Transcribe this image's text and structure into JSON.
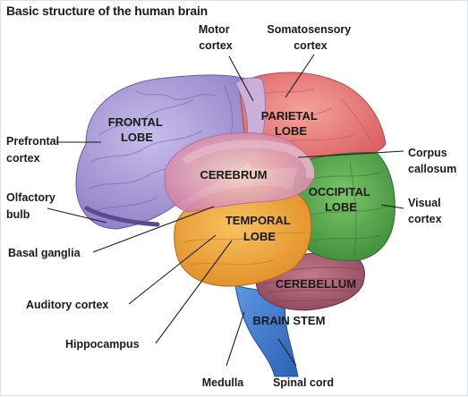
{
  "title": "Basic structure of the human brain",
  "regions": {
    "frontal": [
      "FRONTAL",
      "LOBE"
    ],
    "parietal": [
      "PARIETAL",
      "LOBE"
    ],
    "cerebrum": "CEREBRUM",
    "occipital": [
      "OCCIPITAL",
      "LOBE"
    ],
    "temporal": [
      "TEMPORAL",
      "LOBE"
    ],
    "cerebellum": "CEREBELLUM",
    "brain_stem": "BRAIN STEM"
  },
  "labels": {
    "motor_cortex": [
      "Motor",
      "cortex"
    ],
    "somatosensory_cortex": [
      "Somatosensory",
      "cortex"
    ],
    "prefrontal_cortex": [
      "Prefrontal",
      "cortex"
    ],
    "corpus_callosum": [
      "Corpus",
      "callosum"
    ],
    "olfactory_bulb": [
      "Olfactory",
      "bulb"
    ],
    "visual_cortex": [
      "Visual",
      "cortex"
    ],
    "basal_ganglia": "Basal ganglia",
    "auditory_cortex": "Auditory cortex",
    "hippocampus": "Hippocampus",
    "medulla": "Medulla",
    "spinal_cord": "Spinal cord"
  },
  "colors": {
    "frontal": "#a99ad6",
    "parietal": "#e8757a",
    "occipital": "#4fa64a",
    "temporal": "#f0a23a",
    "cerebellum": "#a55a6e",
    "brain_stem": "#3f7fd0",
    "limbic": "#d99ab8"
  }
}
